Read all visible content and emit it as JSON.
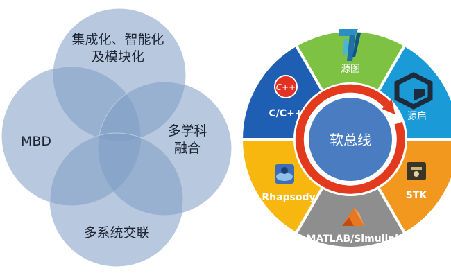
{
  "venn": {
    "top_line1": "集成化、智能化",
    "top_line2": "及模块化",
    "left": "MBD",
    "right_line1": "多学科",
    "right_line2": "融合",
    "bottom": "多系统交联"
  },
  "wheel": {
    "center": "软总线",
    "segments": [
      {
        "key": "yuantu",
        "label": "源图",
        "color": "#7dc242",
        "icon": "yuantu-logo-icon"
      },
      {
        "key": "yuanqi",
        "label": "源启",
        "color": "#1a9ad7",
        "icon": "yuanqi-logo-icon"
      },
      {
        "key": "stk",
        "label": "STK",
        "color": "#f2981f",
        "icon": "stk-satellite-icon"
      },
      {
        "key": "matlab",
        "label": "MATLAB/Simulink",
        "color": "#8e8e8e",
        "icon": "matlab-logo-icon"
      },
      {
        "key": "rhapsody",
        "label": "Rhapsody",
        "color": "#f8b70f",
        "icon": "rhapsody-logo-icon"
      },
      {
        "key": "cpp",
        "label": "C/C++",
        "color": "#1f5fb3",
        "icon": "cpp-logo-icon"
      }
    ]
  }
}
